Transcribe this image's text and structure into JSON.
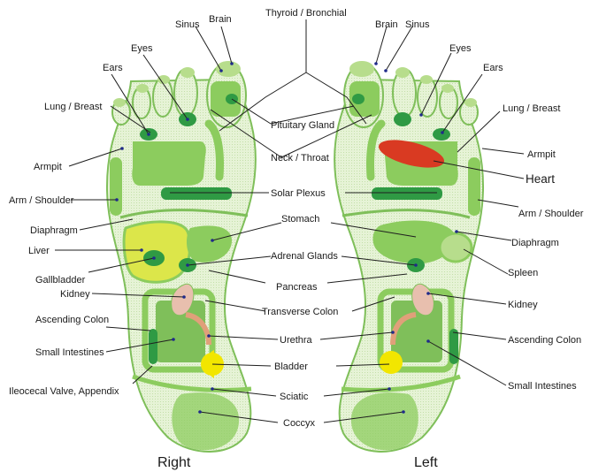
{
  "feet": {
    "right": "Right",
    "left": "Left"
  },
  "labels": {
    "thyroid": "Thyroid / Bronchial",
    "brain_r": "Brain",
    "sinus_r": "Sinus",
    "eyes_r": "Eyes",
    "ears_r": "Ears",
    "lung_r": "Lung / Breast",
    "armpit_r": "Armpit",
    "arm_r": "Arm / Shoulder",
    "diaphragm_r": "Diaphragm",
    "liver": "Liver",
    "gallbladder": "Gallbladder",
    "kidney_r": "Kidney",
    "asc_colon_r": "Ascending Colon",
    "small_int_r": "Small Intestines",
    "ileocecal": "Ileocecal Valve, Appendix",
    "pituitary": "Pituitary Gland",
    "neck": "Neck / Throat",
    "solar": "Solar Plexus",
    "stomach": "Stomach",
    "adrenal": "Adrenal Glands",
    "pancreas": "Pancreas",
    "transverse": "Transverse Colon",
    "urethra": "Urethra",
    "bladder": "Bladder",
    "sciatic": "Sciatic",
    "coccyx": "Coccyx",
    "brain_l": "Brain",
    "sinus_l": "Sinus",
    "eyes_l": "Eyes",
    "ears_l": "Ears",
    "lung_l": "Lung / Breast",
    "armpit_l": "Armpit",
    "heart": "Heart",
    "arm_l": "Arm / Shoulder",
    "diaphragm_l": "Diaphragm",
    "spleen": "Spleen",
    "kidney_l": "Kidney",
    "asc_colon_l": "Ascending Colon",
    "small_int_l": "Small Intestines"
  },
  "colors": {
    "foot_base": "#e4f2d2",
    "foot_outline": "#7fbf5a",
    "zone_mid": "#8ccc5e",
    "zone_dark": "#2f9a44",
    "zone_light": "#b7dd8c",
    "liver": "#dce64a",
    "heart": "#d93a22",
    "bladder": "#f2e600",
    "kidney": "#e8bfae",
    "urethra": "#e0a07a"
  }
}
